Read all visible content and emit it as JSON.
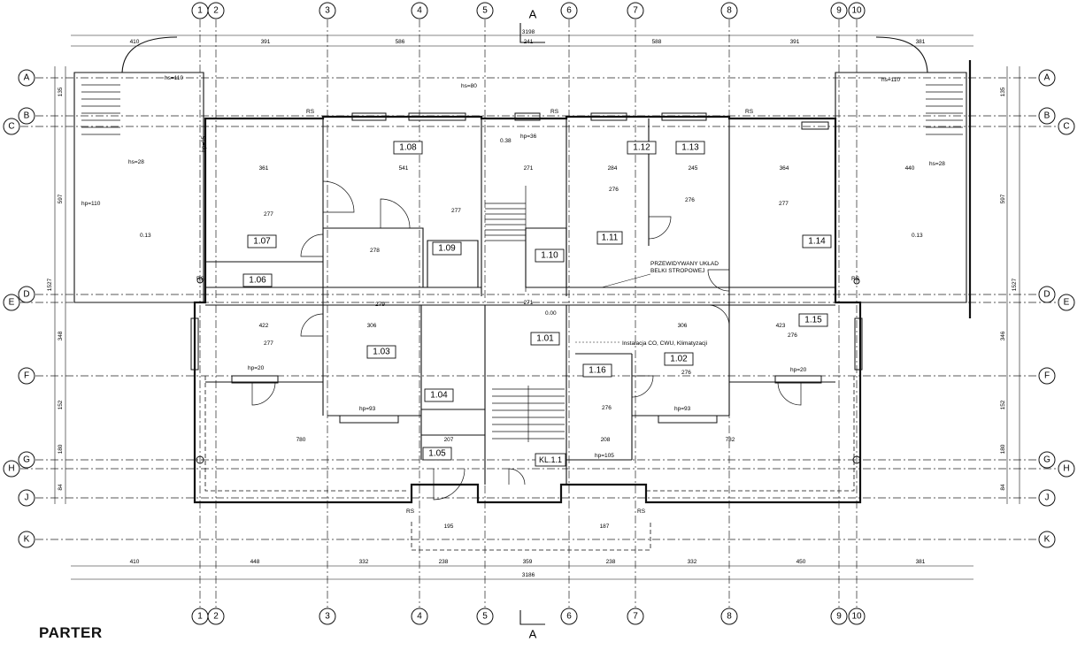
{
  "title": "PARTER",
  "section_label": "A",
  "axes_vertical": [
    "1",
    "2",
    "3",
    "4",
    "5",
    "6",
    "7",
    "8",
    "9",
    "10"
  ],
  "axes_horizontal": [
    "A",
    "B",
    "C",
    "D",
    "E",
    "F",
    "G",
    "H",
    "J",
    "K"
  ],
  "rooms": [
    "1.01",
    "1.02",
    "1.03",
    "1.04",
    "1.05",
    "1.06",
    "1.07",
    "1.08",
    "1.09",
    "1.10",
    "1.11",
    "1.12",
    "1.13",
    "1.14",
    "1.15",
    "1.16",
    "KL.1.1"
  ],
  "top_dims": [
    "410",
    "391",
    "586",
    "3198",
    "241",
    "588",
    "391",
    "381"
  ],
  "bottom_dims_row1": [
    "410",
    "448",
    "332",
    "238",
    "359",
    "238",
    "332",
    "450",
    "381"
  ],
  "bottom_total": "3186",
  "mid_dims": [
    "361",
    "541",
    "271",
    "284",
    "245",
    "364",
    "440",
    "422",
    "306",
    "271",
    "306",
    "423",
    "780",
    "207",
    "208",
    "782",
    "195",
    "187"
  ],
  "left_dims": [
    "135",
    "597",
    "1527",
    "348",
    "152",
    "180",
    "84"
  ],
  "right_dims": [
    "135",
    "597",
    "1527",
    "346",
    "152",
    "180",
    "84"
  ],
  "notes": [
    "PRZEWIDYWANY UKŁAD",
    "BELKI STROPOWEJ",
    "Instalacja CO, CWU, Klimatyzacji"
  ],
  "level_marks": [
    "hs=110",
    "hs=80",
    "hs=28",
    "hp=110",
    "hp=95",
    "hp=20",
    "hp=93",
    "hp=36",
    "hp=105",
    "0.13",
    "0.00",
    "0.38"
  ],
  "spot_marks": [
    "277",
    "276",
    "278",
    "279",
    "RS"
  ]
}
